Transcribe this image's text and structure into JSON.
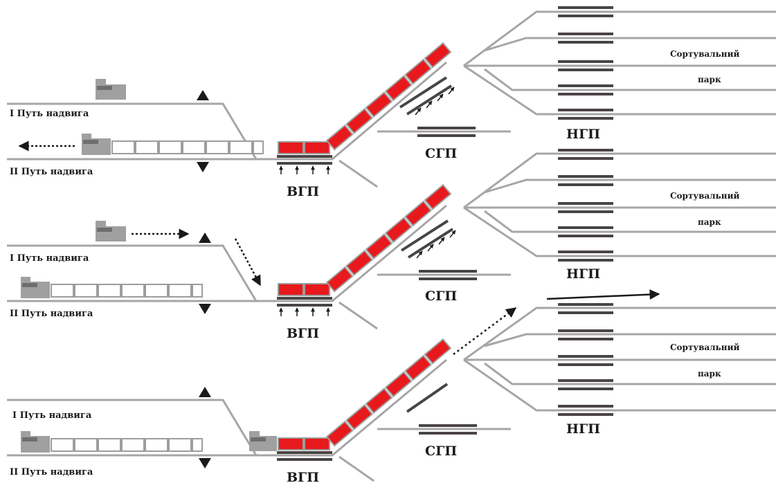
{
  "panels": [
    {
      "track1_label": "I Путь надвига",
      "track2_label": "II Путь надвига",
      "vgp_label": "ВГП",
      "sgp_label": "СГП",
      "ngp_label": "НГП",
      "park_label_1": "Сортувальний",
      "park_label_2": "парк"
    },
    {
      "track1_label": "I Путь надвига",
      "track2_label": "II Путь надвига",
      "vgp_label": "ВГП",
      "sgp_label": "СГП",
      "ngp_label": "НГП",
      "park_label_1": "Сортувальний",
      "park_label_2": "парк"
    },
    {
      "track1_label": "I Путь надвига",
      "track2_label": "II Путь надвига",
      "vgp_label": "ВГП",
      "sgp_label": "СГП",
      "ngp_label": "НГП",
      "park_label_1": "Сортувальний",
      "park_label_2": "парк"
    }
  ],
  "colors": {
    "track": "#a6a6a6",
    "brake": "#4a4545",
    "car_red": "#e8191c",
    "car_empty": "#ffffff",
    "car_outline": "#9d9d9d",
    "loco": "#a0a0a0",
    "loco_dark": "#6e6e6e",
    "arrow": "#1a1a1a"
  }
}
